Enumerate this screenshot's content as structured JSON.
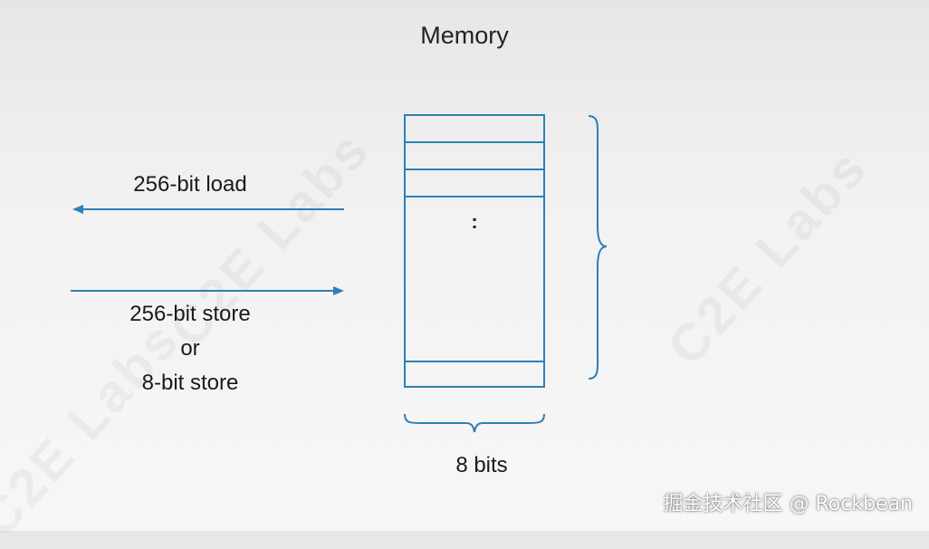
{
  "diagram": {
    "title": "Memory",
    "load_label": "256-bit load",
    "store_label_lines": [
      "256-bit store",
      "or",
      "8-bit store"
    ],
    "memory_dots": ":",
    "width_label": "8 bits"
  },
  "watermark": {
    "text": "C2E Labs",
    "credit": "掘金技术社区 @ Rockbean"
  },
  "colors": {
    "accent_blue": "#2d80b5",
    "background": "#f1f1f1",
    "text": "#1a1a1a"
  }
}
